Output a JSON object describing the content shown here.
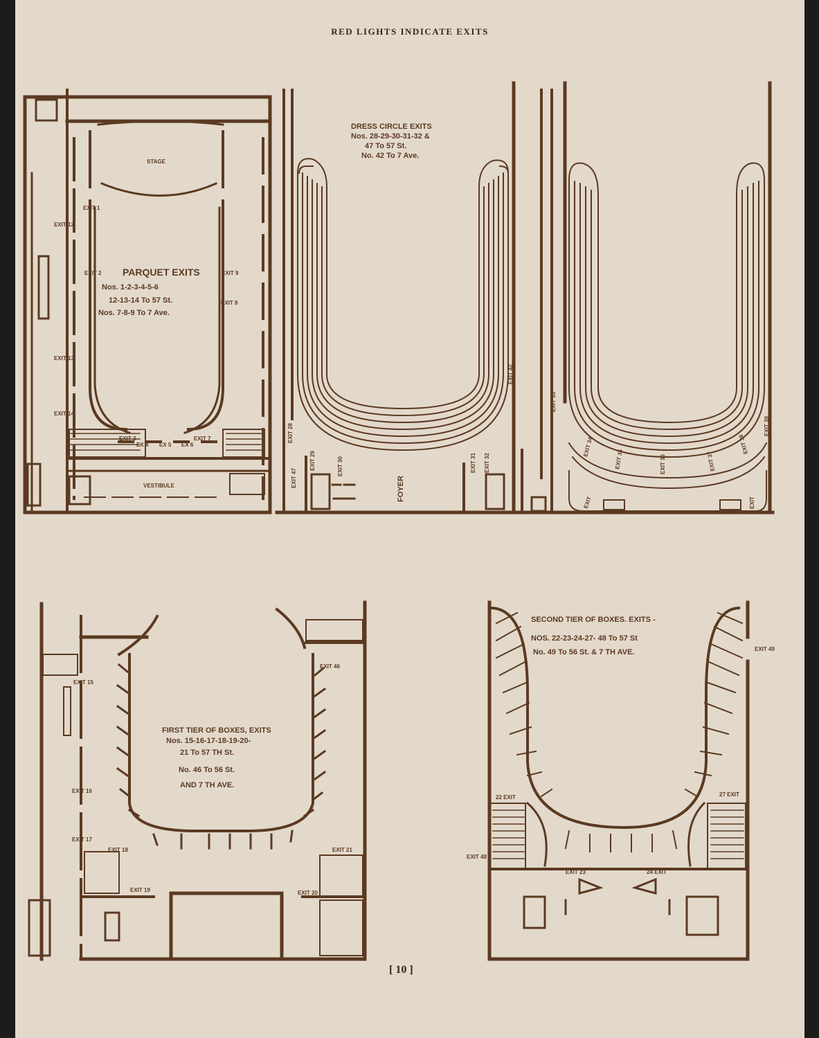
{
  "page": {
    "title": "RED LIGHTS INDICATE EXITS",
    "number": "[ 10 ]"
  },
  "palette": {
    "paper": "#e3d9cb",
    "ink": "#5b3a22",
    "background": "#1e1c1a"
  },
  "parquet": {
    "caption": [
      "PARQUET EXITS",
      "Nos. 1-2-3-4-5-6",
      "12-13-14 To 57 St.",
      "Nos. 7-8-9 To 7 Ave."
    ],
    "stage": "STAGE",
    "vestibule": "VESTIBULE",
    "exits": {
      "e1": "EXIT 1",
      "e2": "EXIT 2",
      "e3": "EXIT 3",
      "e4": "EX 4",
      "e5": "EX 5",
      "e6": "EX 6",
      "e7": "EXIT 7",
      "e8": "EXIT 8",
      "e9": "EXIT 9",
      "e12": "EXIT 12",
      "e13": "EXIT 13",
      "e14": "EXIT 14"
    }
  },
  "dress_circle": {
    "caption": [
      "DRESS CIRCLE EXITS",
      "Nos. 28-29-30-31-32 &",
      "47 To 57 St.",
      "No. 42 To 7 Ave."
    ],
    "foyer": "FOYER",
    "exits": {
      "e28": "EXIT 28",
      "e29": "EXIT 29",
      "e30": "EXIT 30",
      "e31": "EXIT 31",
      "e32": "EXIT 32",
      "e42": "EXIT 42",
      "e47": "EXIT 47"
    }
  },
  "balcony": {
    "exits": {
      "e33": "EXIT 33",
      "e34": "EXIT 34",
      "e35": "EXIT 35",
      "e36": "EXIT 36",
      "e37": "EXIT 37",
      "e38": "EXIT 38",
      "e39": "EXIT 39",
      "ea": "EXIT",
      "eb": "EXIT"
    }
  },
  "first_tier": {
    "caption": [
      "FIRST TIER OF BOXES, EXITS",
      "Nos. 15-16-17-18-19-20-",
      "21 To 57 TH St.",
      "No. 46 To 56 St.",
      "AND 7 TH AVE."
    ],
    "exits": {
      "e15": "EXIT 15",
      "e16": "EXIT 16",
      "e17": "EXIT 17",
      "e18": "EXIT 18",
      "e19": "EXIT 19",
      "e20": "EXIT 20",
      "e21": "EXIT 21",
      "e46": "EXIT 46"
    }
  },
  "second_tier": {
    "caption": [
      "SECOND TIER OF BOXES. EXITS -",
      "NOS. 22-23-24-27- 48 To 57 St",
      "No. 49 To 56 St. & 7 TH AVE."
    ],
    "exits": {
      "e22": "22 EXIT",
      "e23": "EXIT 23",
      "e24": "24 EXIT",
      "e27": "27 EXIT",
      "e48": "EXIT 48",
      "e49": "EXIT 49"
    }
  }
}
